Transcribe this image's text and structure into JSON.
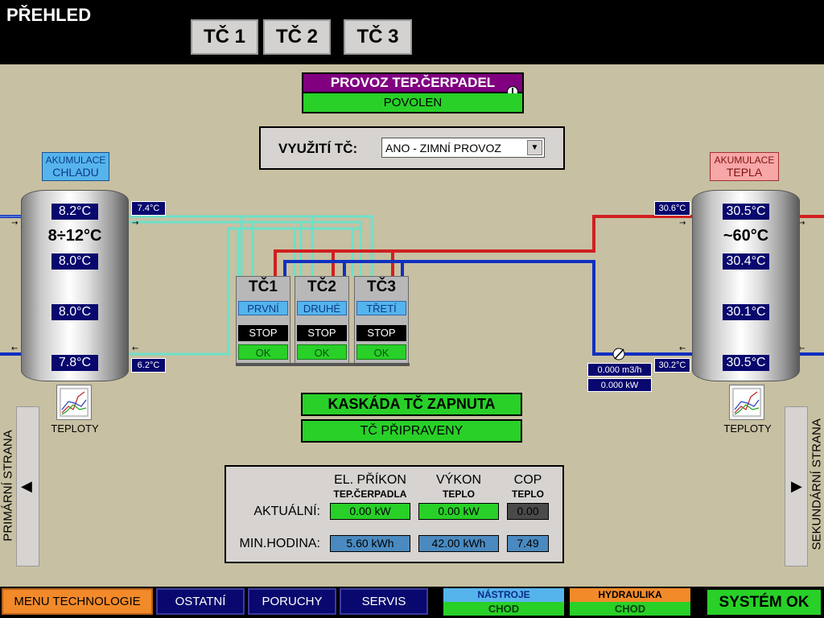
{
  "header": {
    "title": "PŘEHLED",
    "tabs": [
      "TČ 1",
      "TČ 2",
      "TČ 3"
    ]
  },
  "operation": {
    "title": "PROVOZ TEP.ČERPADEL",
    "status": "POVOLEN"
  },
  "usage": {
    "label": "VYUŽITÍ TČ:",
    "selected": "ANO - ZIMNÍ PROVOZ"
  },
  "cold_tank": {
    "label_line1": "AKUMULACE",
    "label_line2": "CHLADU",
    "range": "8÷12°C",
    "temps": [
      "8.2°C",
      "8.0°C",
      "8.0°C",
      "7.8°C"
    ],
    "supply_temp": "7.4°C",
    "return_temp": "6.2°C",
    "chart_label": "TEPLOTY"
  },
  "hot_tank": {
    "label_line1": "AKUMULACE",
    "label_line2": "TEPLA",
    "range": "~60°C",
    "temps": [
      "30.5°C",
      "30.4°C",
      "30.1°C",
      "30.5°C"
    ],
    "supply_temp": "30.6°C",
    "return_temp": "30.2°C",
    "flow": "0.000 m3/h",
    "power": "0.000 kW",
    "chart_label": "TEPLOTY"
  },
  "heat_pumps": [
    {
      "name": "TČ1",
      "role": "PRVNÍ",
      "state": "STOP",
      "status": "OK"
    },
    {
      "name": "TČ2",
      "role": "DRUHÉ",
      "state": "STOP",
      "status": "OK"
    },
    {
      "name": "TČ3",
      "role": "TŘETÍ",
      "state": "STOP",
      "status": "OK"
    }
  ],
  "cascade": {
    "status": "KASKÁDA TČ ZAPNUTA",
    "ready": "TČ PŘIPRAVENY"
  },
  "stats": {
    "col1_title": "EL. PŘÍKON",
    "col1_sub": "TEP.ČERPADLA",
    "col2_title": "VÝKON",
    "col2_sub": "TEPLO",
    "col3_title": "COP",
    "col3_sub": "TEPLO",
    "row1_label": "AKTUÁLNÍ:",
    "row2_label": "MIN.HODINA:",
    "row1": [
      "0.00 kW",
      "0.00 kW",
      "0.00"
    ],
    "row2": [
      "5.60 kWh",
      "42.00 kWh",
      "7.49"
    ]
  },
  "side": {
    "left": "PRIMÁRNÍ STRANA",
    "right": "SEKUNDÁRNÍ STRANA",
    "left_arrow": "◀",
    "right_arrow": "▶"
  },
  "footer": {
    "menu": "MENU TECHNOLOGIE",
    "other": "OSTATNÍ",
    "faults": "PORUCHY",
    "service": "SERVIS",
    "tools_title": "NÁSTROJE",
    "tools_status": "CHOD",
    "hydraulics_title": "HYDRAULIKA",
    "hydraulics_status": "CHOD",
    "system": "SYSTÉM OK"
  },
  "colors": {
    "background": "#c7c0a2",
    "pipe_cold": "#6ee0c8",
    "pipe_hot": "#d02020",
    "pipe_return": "#1030c0",
    "value_box": "#08086e",
    "ok_green": "#28d028",
    "purple": "#800080"
  }
}
